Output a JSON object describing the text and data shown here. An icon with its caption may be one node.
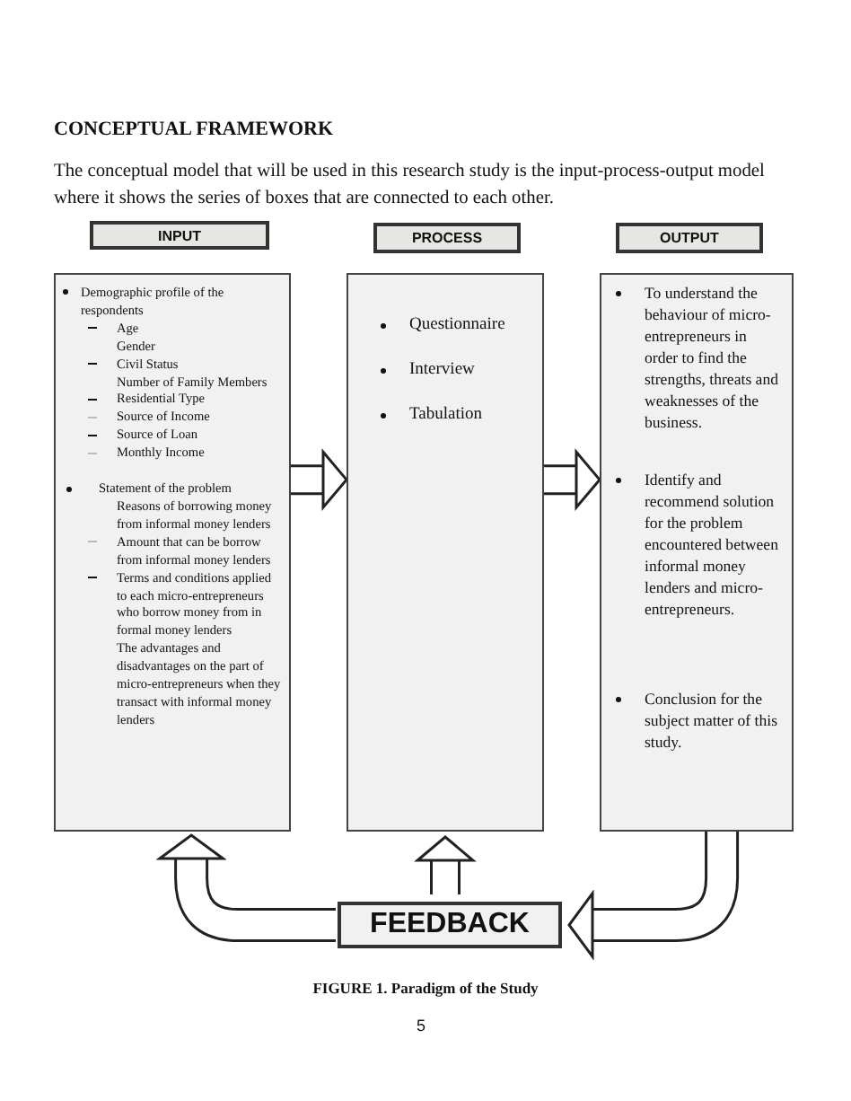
{
  "diagram": {
    "title": "CONCEPTUAL FRAMEWORK",
    "nodes": [
      {
        "text": [
          "INPUT"
        ]
      },
      {
        "text": [
          "PROCESS"
        ]
      },
      {
        "text": [
          "OUTPUT"
        ]
      },
      {
        "text": [
          "Demographic profile of the respondents",
          "Age",
          "Gender",
          "Civil Status",
          "Number of Family Members",
          "Residential Type",
          "Source of Income",
          "Source of Loan",
          "Monthly Income",
          "Statement of the problem",
          "Reasons of borrowing money from informal money lenders",
          "Amount that can be borrow from informal money lenders",
          "Terms and conditions applied to each micro-entrepreneurs who borrow money from in formal money lenders",
          "The advantages and disadvantages on the part of micro-entrepreneurs when they transact with informal money lenders"
        ]
      },
      {
        "text": [
          "Questionnaire",
          "Interview",
          "Tabulation"
        ]
      },
      {
        "text": [
          "To understand the behaviour of micro-entrepreneurs in order to find the strengths, threats and weaknesses of the business.",
          "Identify and recommend solution for the problem encountered between informal money lenders and micro-entrepreneurs.",
          "Conclusion for the subject matter of this study."
        ]
      },
      {
        "text": [
          "FEEDBACK"
        ]
      }
    ],
    "edges": [
      {
        "from": 3,
        "to": 4,
        "arrow": "to"
      },
      {
        "from": 4,
        "to": 5,
        "arrow": "to"
      },
      {
        "from": 5,
        "to": 6,
        "arrow": "to"
      },
      {
        "from": 6,
        "to": 4,
        "arrow": "to"
      },
      {
        "from": 6,
        "to": 3,
        "arrow": "to"
      }
    ],
    "labels": [
      "The conceptual model that will be used in this research study is the input-process-output model where it shows the series of boxes that are connected to each other.",
      "5"
    ],
    "caption": "FIGURE 1. Paradigm of the Study"
  }
}
